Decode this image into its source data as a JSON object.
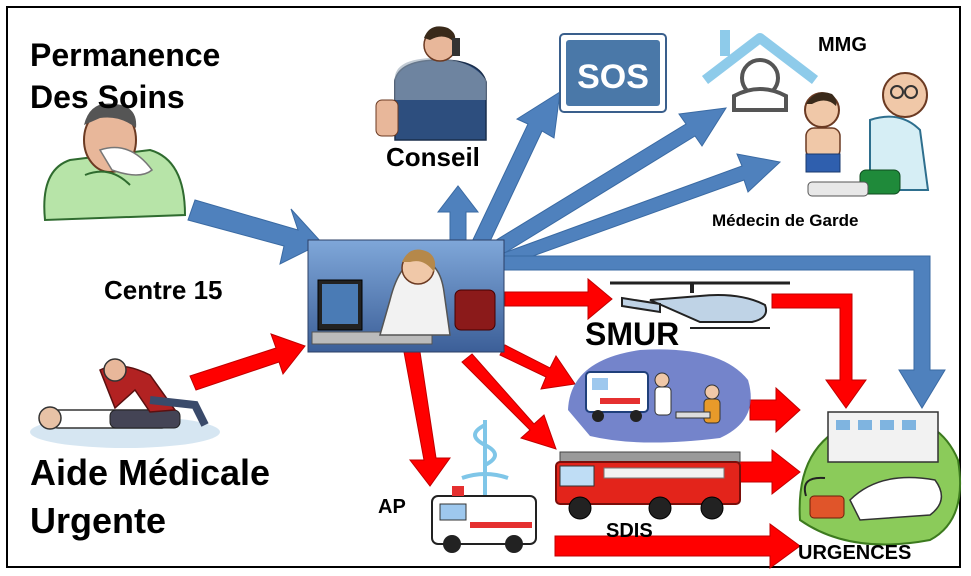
{
  "labels": {
    "permanence_line1": "Permanence",
    "permanence_line2": "Des Soins",
    "aide_line1": "Aide Médicale",
    "aide_line2": "Urgente",
    "centre15": "Centre 15",
    "conseil": "Conseil",
    "sos": "SOS",
    "mmg": "MMG",
    "medecin_de_garde": "Médecin de Garde",
    "smur": "SMUR",
    "sdis": "SDIS",
    "ap": "AP",
    "urgences": "URGENCES"
  },
  "colors": {
    "blue_arrow": "#4F81BD",
    "red_arrow": "#FF0000",
    "sos_sign": "#4A78A8",
    "border": "#000000"
  },
  "icons": [
    "sick-person-icon",
    "cpr-person-icon",
    "operator-at-desk-icon",
    "phone-man-icon",
    "sos-sign-icon",
    "house-icon",
    "doctor-child-icon",
    "helicopter-icon",
    "ambulance-scene-icon",
    "fire-truck-icon",
    "ambulance-icon",
    "hospital-icon"
  ]
}
